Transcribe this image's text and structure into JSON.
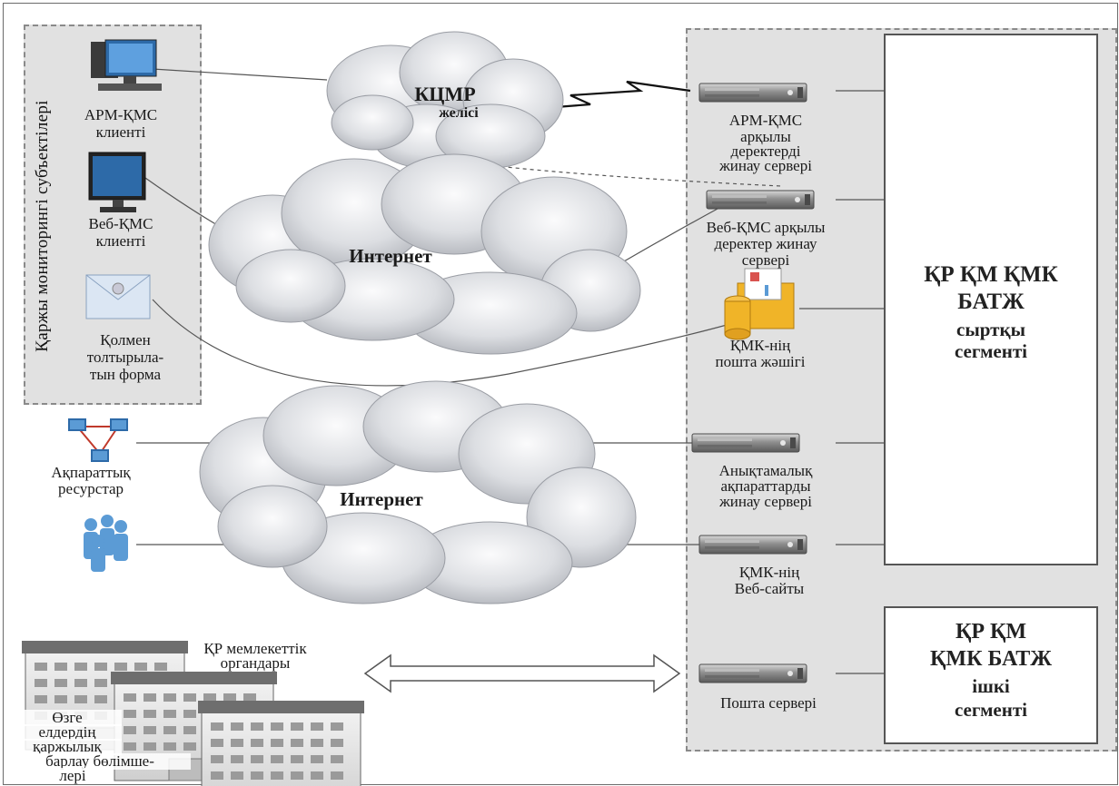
{
  "left_panel": {
    "title": "Қаржы мониторингі субъектілері"
  },
  "clients": {
    "arm": [
      "АРМ-ҚМС",
      "клиенті"
    ],
    "web": [
      "Веб-ҚМС",
      "клиенті"
    ],
    "form": [
      "Қолмен",
      "толтырыла-",
      "тын форма"
    ]
  },
  "clouds": {
    "kcmr": [
      "КЦМР",
      "желісі"
    ],
    "internet_top": "Интернет",
    "internet_bottom": "Интернет"
  },
  "servers": {
    "arm": [
      "АРМ-ҚМС",
      "арқылы",
      "деректерді",
      "жинау  сервері"
    ],
    "web": [
      "Веб-ҚМС арқылы",
      "деректер жинау",
      "сервері"
    ],
    "mail_box": [
      "ҚМК-нің",
      "пошта жәшігі"
    ],
    "ref": [
      "Анықтамалық",
      "ақпараттарды",
      "жинау сервері"
    ],
    "site": [
      "ҚМК-нің",
      "Веб-сайты"
    ],
    "mail_server": "Пошта сервері"
  },
  "external_segment": [
    "ҚР ҚМ ҚМК",
    "БАТЖ",
    "сыртқы",
    "сегменті"
  ],
  "internal_segment": [
    "ҚР ҚМ",
    "ҚМК БАТЖ",
    "ішкі",
    "сегменті"
  ],
  "left_bottom": {
    "info": [
      "Ақпараттық",
      "ресурстар"
    ],
    "state": [
      "ҚР мемлекеттік",
      "органдары"
    ],
    "foreign": [
      "Өзге",
      "елдердің",
      "қаржылық",
      "барлау  бөлімше-",
      "лері"
    ]
  },
  "colors": {
    "panel": "#e1e1e1",
    "cloud": "#d2d4d9",
    "server": "#8c8c8c",
    "monitor": "#2d6aa8",
    "people": "#5b9bd5"
  }
}
